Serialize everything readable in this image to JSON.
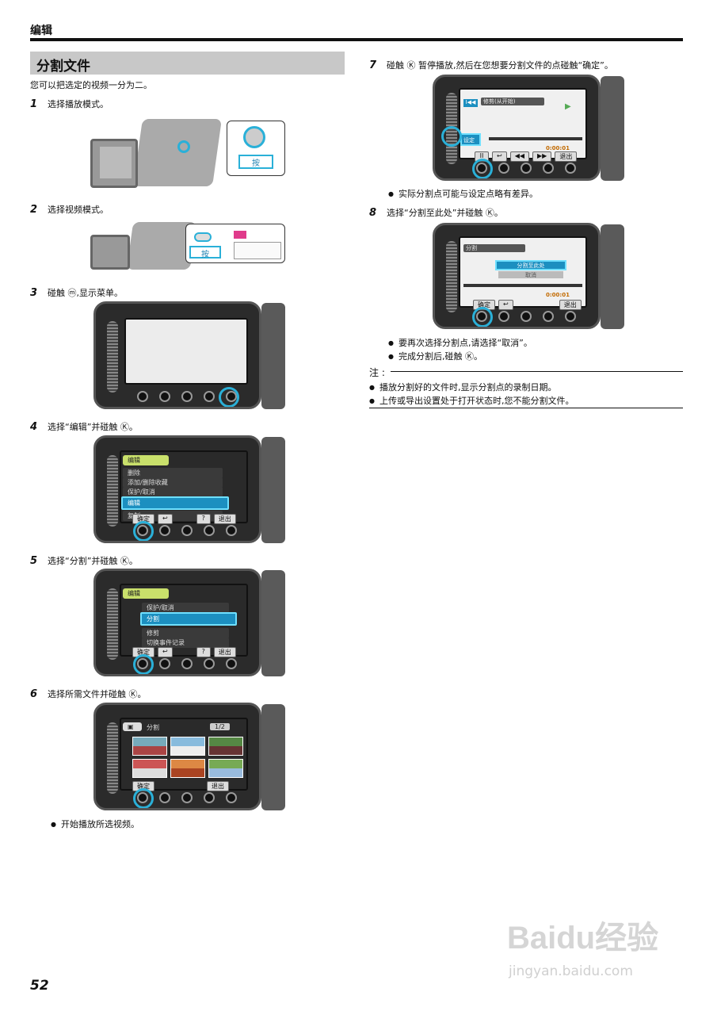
{
  "header": {
    "title": "编辑"
  },
  "section": {
    "title": "分割文件",
    "intro": "您可以把选定的视频一分为二。"
  },
  "steps": [
    {
      "n": "1",
      "text": "选择播放模式。"
    },
    {
      "n": "2",
      "text": "选择视频模式。"
    },
    {
      "n": "3",
      "text": "碰触 ⓜ,显示菜单。"
    },
    {
      "n": "4",
      "text": "选择“编辑”并碰触 Ⓚ。"
    },
    {
      "n": "5",
      "text": "选择“分割”并碰触 Ⓚ。"
    },
    {
      "n": "6",
      "text": "选择所需文件并碰触 Ⓚ。"
    },
    {
      "n": "7",
      "text": "碰触 Ⓚ 暂停播放,然后在您想要分割文件的点碰触“确定”。"
    },
    {
      "n": "8",
      "text": "选择“分割至此处”并碰触 Ⓚ。"
    }
  ],
  "step1": {
    "press": "按"
  },
  "step2": {
    "press": "按"
  },
  "step4": {
    "menu_head": "编辑",
    "items": [
      "删除",
      "添加/删除收藏",
      "保护/取消",
      "复制",
      "编辑"
    ],
    "bar": [
      "确定",
      "↩",
      "?",
      "退出"
    ]
  },
  "step5": {
    "menu_head": "编辑",
    "items": [
      "保护/取消",
      "分割",
      "修剪",
      "切换事件记录"
    ],
    "bar": [
      "确定",
      "↩",
      "?",
      "退出"
    ]
  },
  "step6": {
    "title": "分割",
    "page": "1/2",
    "bar": [
      "确定",
      "退出"
    ]
  },
  "step6_bullet": "开始播放所选视频。",
  "step7": {
    "top": "修剪(从开始)",
    "set": "设定",
    "time": "0:00:01",
    "bar": [
      "II",
      "↩",
      "◀◀",
      "▶▶",
      "退出"
    ]
  },
  "step7_bullet": "实际分割点可能与设定点略有差异。",
  "step8": {
    "title": "分割",
    "opt1": "分割至此处",
    "opt2": "取消",
    "time": "0:00:01",
    "bar": [
      "确定",
      "↩",
      "退出"
    ]
  },
  "step8_bullets": [
    "要再次选择分割点,请选择“取消”。",
    "完成分割后,碰触 Ⓚ。"
  ],
  "note": {
    "label": "注 :",
    "items": [
      "播放分割好的文件时,显示分割点的录制日期。",
      "上传或导出设置处于打开状态时,您不能分割文件。"
    ]
  },
  "page_number": "52",
  "watermark": {
    "main": "Baidu经验",
    "sub": "jingyan.baidu.com"
  }
}
